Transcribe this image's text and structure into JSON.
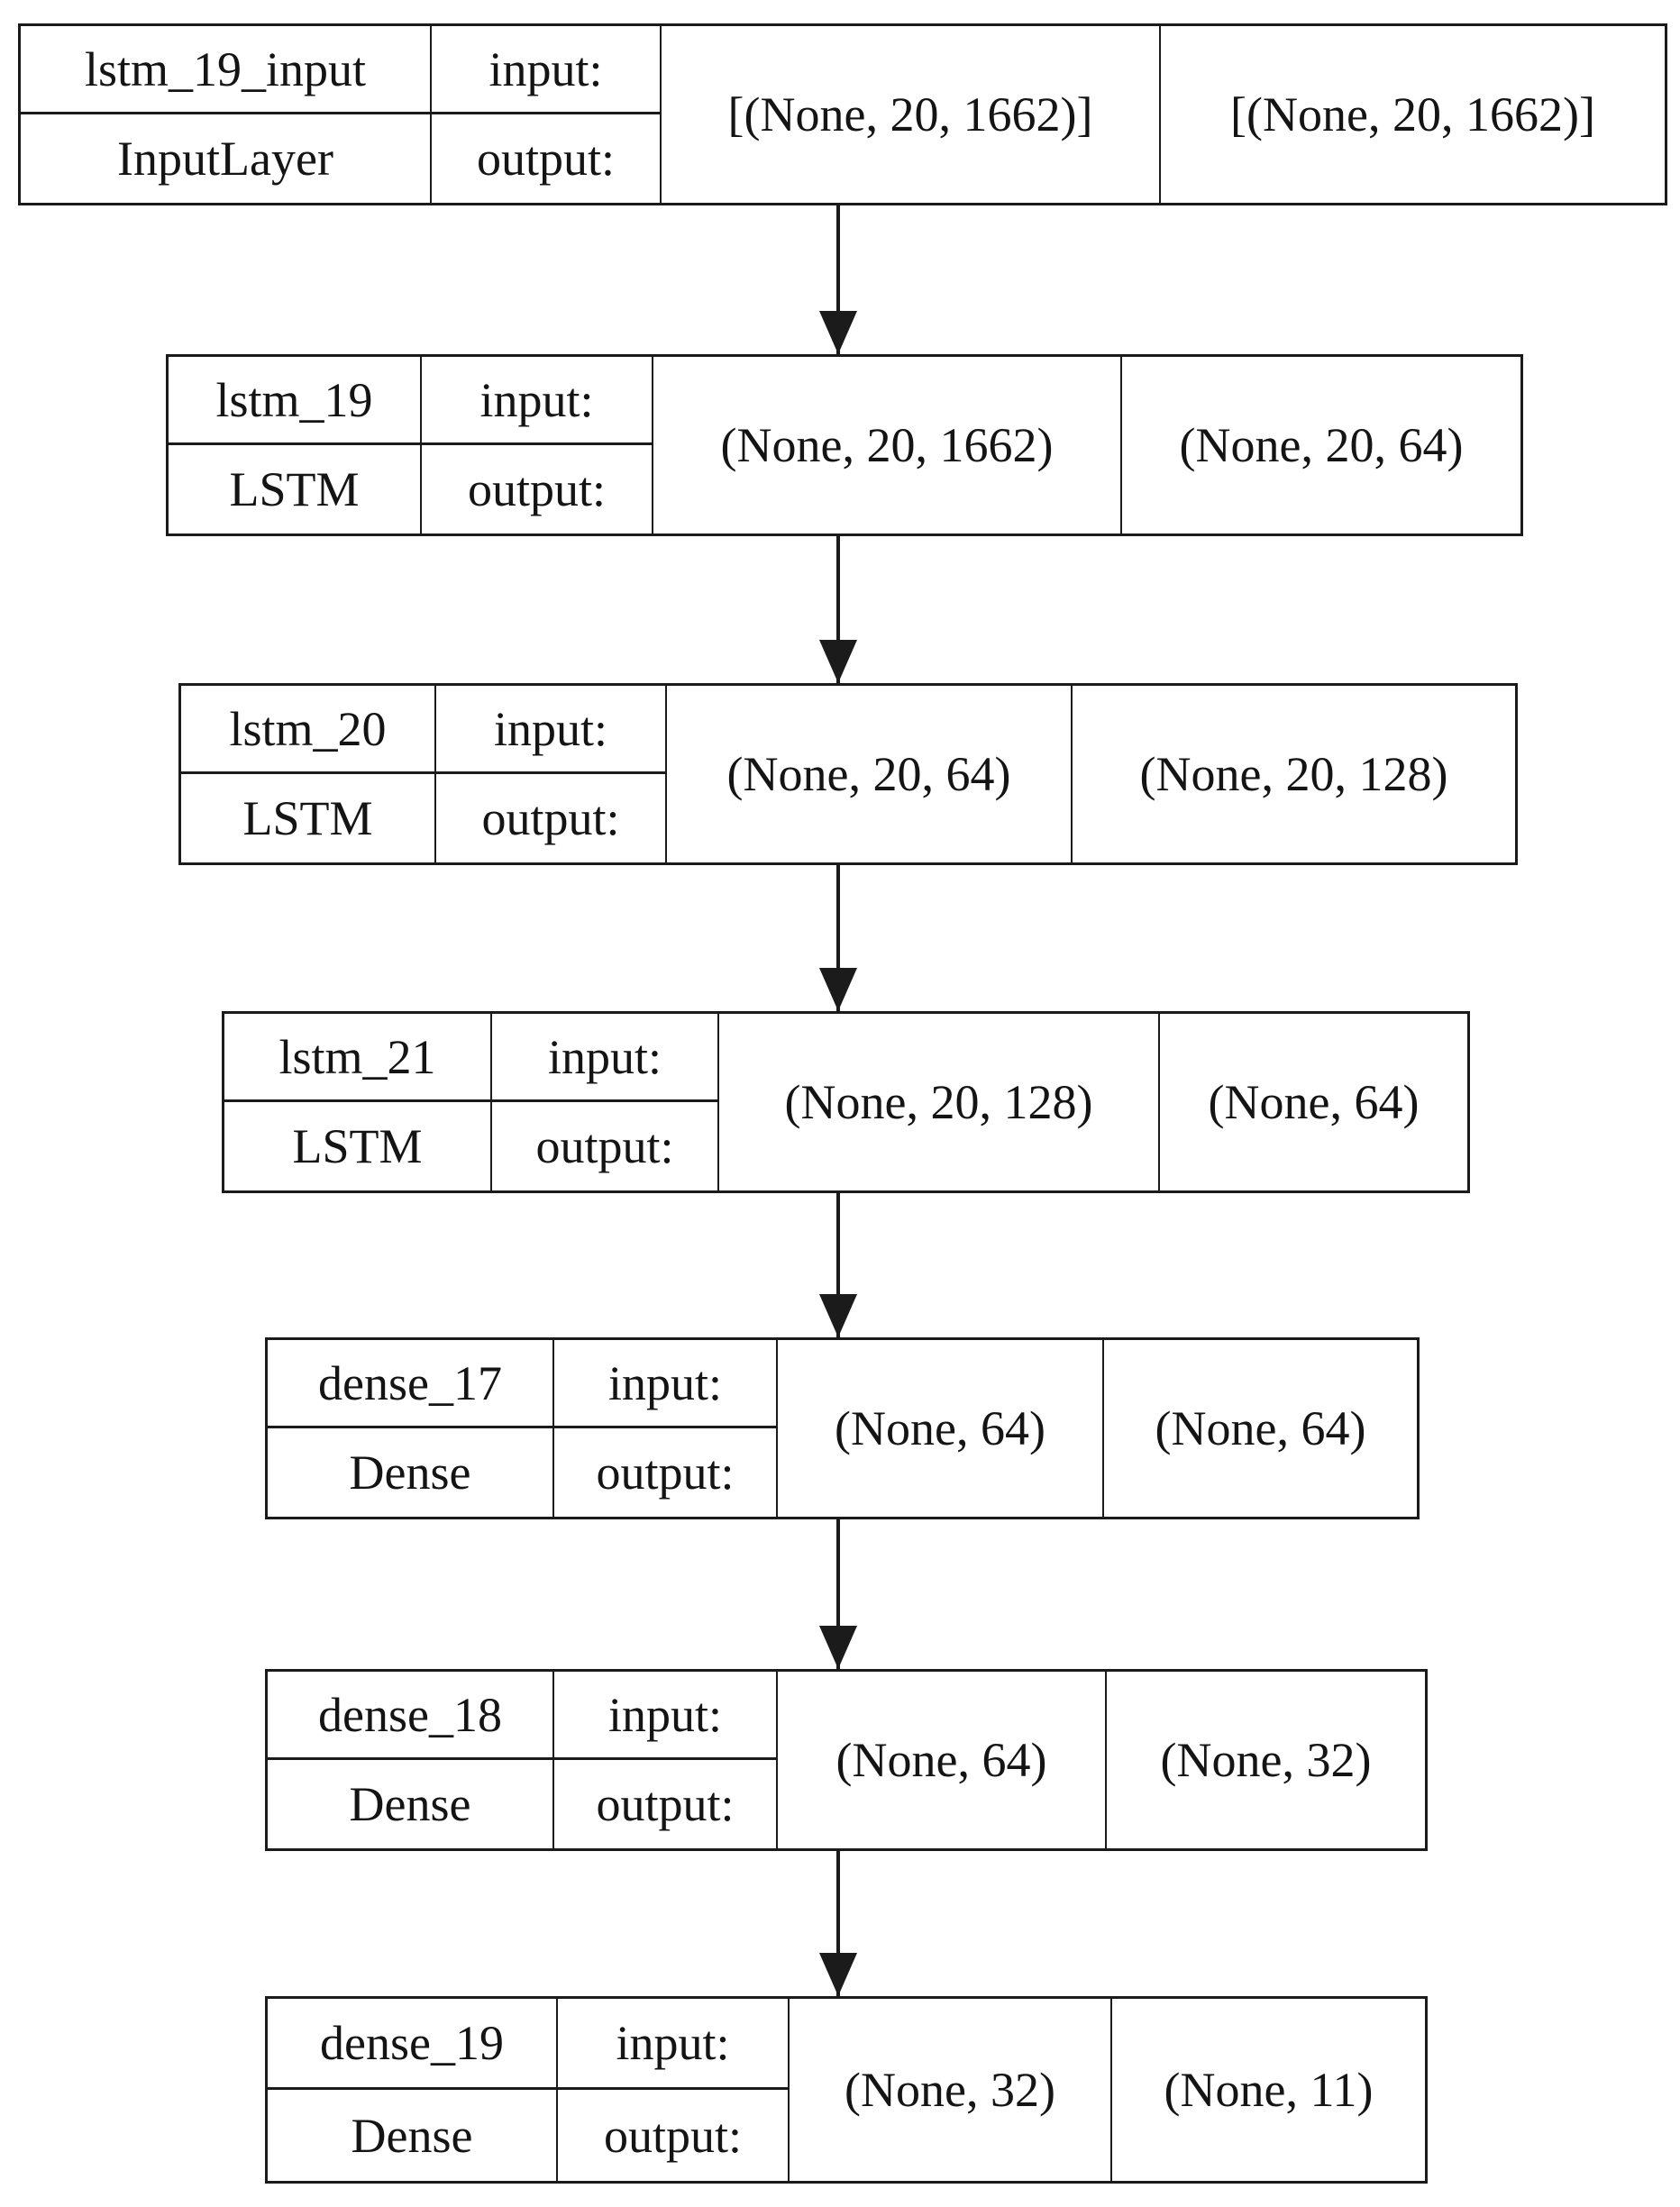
{
  "diagram": {
    "kind": "keras-model-architecture",
    "colors": {
      "line": "#1b1b1b",
      "text": "#141414",
      "background": "#ffffff"
    },
    "io_labels": {
      "input": "input:",
      "output": "output:"
    },
    "layers": [
      {
        "name": "lstm_19_input",
        "type": "InputLayer",
        "input_shape": "[(None, 20, 1662)]",
        "output_shape": "[(None, 20, 1662)]"
      },
      {
        "name": "lstm_19",
        "type": "LSTM",
        "input_shape": "(None, 20, 1662)",
        "output_shape": "(None, 20, 64)"
      },
      {
        "name": "lstm_20",
        "type": "LSTM",
        "input_shape": "(None, 20, 64)",
        "output_shape": "(None, 20, 128)"
      },
      {
        "name": "lstm_21",
        "type": "LSTM",
        "input_shape": "(None, 20, 128)",
        "output_shape": "(None, 64)"
      },
      {
        "name": "dense_17",
        "type": "Dense",
        "input_shape": "(None, 64)",
        "output_shape": "(None, 64)"
      },
      {
        "name": "dense_18",
        "type": "Dense",
        "input_shape": "(None, 64)",
        "output_shape": "(None, 32)"
      },
      {
        "name": "dense_19",
        "type": "Dense",
        "input_shape": "(None, 32)",
        "output_shape": "(None, 11)"
      }
    ]
  }
}
